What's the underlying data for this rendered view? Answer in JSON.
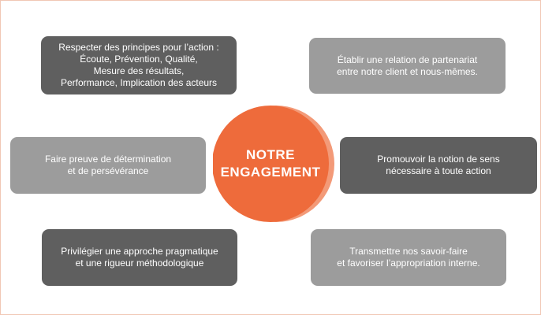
{
  "center": {
    "line1": "NOTRE",
    "line2": "ENGAGEMENT"
  },
  "boxes": [
    {
      "id": "principes",
      "lines": [
        "Respecter des principes pour l’action :",
        "Écoute, Prévention, Qualité,",
        "Mesure des résultats,",
        "Performance, Implication des acteurs"
      ]
    },
    {
      "id": "partenariat",
      "lines": [
        "Établir une relation de partenariat",
        "entre notre client et nous-mêmes."
      ]
    },
    {
      "id": "determination",
      "lines": [
        "Faire preuve de détermination",
        "et de persévérance"
      ]
    },
    {
      "id": "sens",
      "lines": [
        "Promouvoir la notion de sens",
        "nécessaire à toute action"
      ]
    },
    {
      "id": "pragmatique",
      "lines": [
        "Privilégier une approche pragmatique",
        "et une rigueur méthodologique"
      ]
    },
    {
      "id": "savoir-faire",
      "lines": [
        "Transmettre nos savoir-faire",
        "et favoriser l’appropriation interne."
      ]
    }
  ],
  "colors": {
    "accent": "#ee6b3b",
    "accent_light": "#f39a78",
    "box_dark": "#5f5f5f",
    "box_light": "#9c9c9c"
  }
}
